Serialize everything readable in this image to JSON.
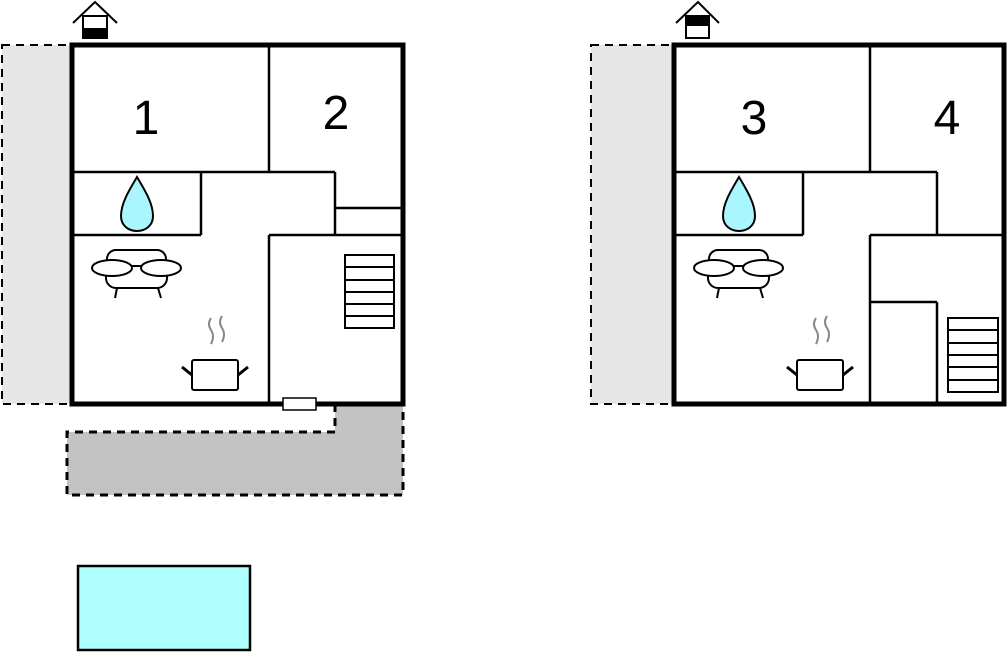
{
  "floors": [
    {
      "name": "ground-floor",
      "rooms": [
        {
          "label": "1"
        },
        {
          "label": "2"
        }
      ]
    },
    {
      "name": "upper-floor",
      "rooms": [
        {
          "label": "3"
        },
        {
          "label": "4"
        }
      ]
    }
  ],
  "colors": {
    "wall": "#000000",
    "terrace_light": "#e6e6e6",
    "terrace_dark": "#c3c3c3",
    "pool": "#b0ffff",
    "water_drop": "#aaf6ff",
    "steam": "#888888"
  },
  "icons": [
    "house-level-icon",
    "water-drop-icon",
    "sofa-icon",
    "cooking-pot-icon",
    "stairs-icon",
    "window-icon",
    "pool"
  ]
}
